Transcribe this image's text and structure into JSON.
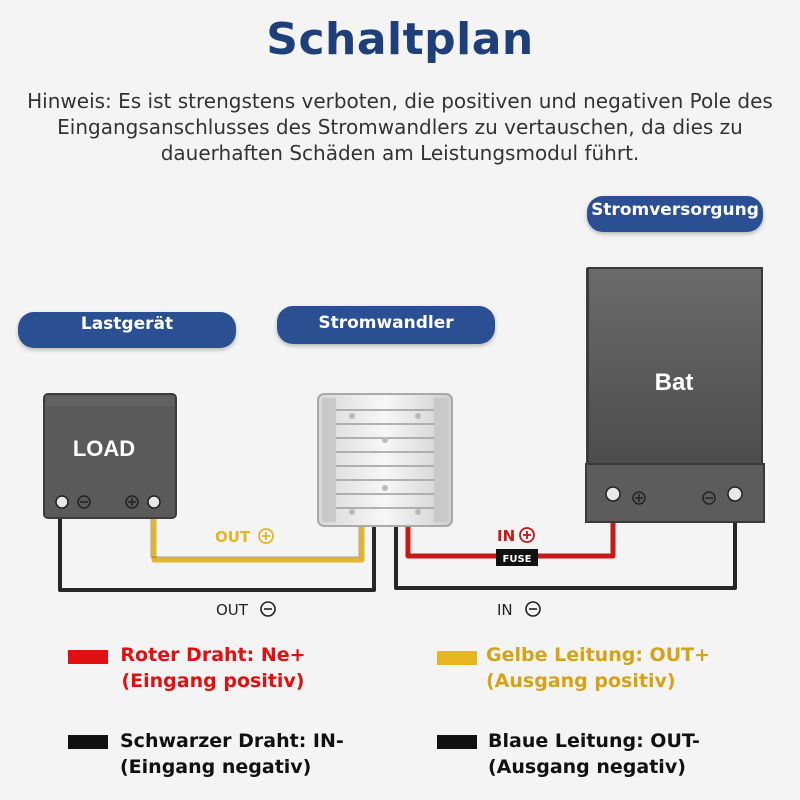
{
  "title": "Schaltplan",
  "note": "Hinweis: Es ist strengstens verboten, die positiven und negativen Pole des Eingangsanschlusses des Stromwandlers zu vertauschen, da dies zu dauerhaften Schäden am Leistungsmodul führt.",
  "labels": {
    "power_supply": "Stromversorgung",
    "load_device": "Lastgerät",
    "converter": "Stromwandler"
  },
  "components": {
    "load": "LOAD",
    "battery": "Bat",
    "fuse": "FUSE"
  },
  "wire_labels": {
    "out_plus": "OUT",
    "out_minus": "OUT",
    "in_plus": "IN",
    "in_minus": "IN"
  },
  "legend": {
    "red": {
      "text": "Roter Draht: Ne+ (Eingang positiv)",
      "color": "#e01010"
    },
    "yellow": {
      "text": "Gelbe Leitung: OUT+ (Ausgang positiv)",
      "color": "#e7b520"
    },
    "black_left": {
      "text": "Schwarzer Draht: IN- (Eingang negativ)",
      "color": "#111111"
    },
    "black_right": {
      "text": "Blaue Leitung: OUT- (Ausgang negativ)",
      "color": "#111111"
    }
  },
  "colors": {
    "title": "#1e3f7a",
    "pill": "#2a4f93",
    "red_wire": "#c81818",
    "yellow_wire": "#e2b52a",
    "black_wire": "#262626"
  }
}
